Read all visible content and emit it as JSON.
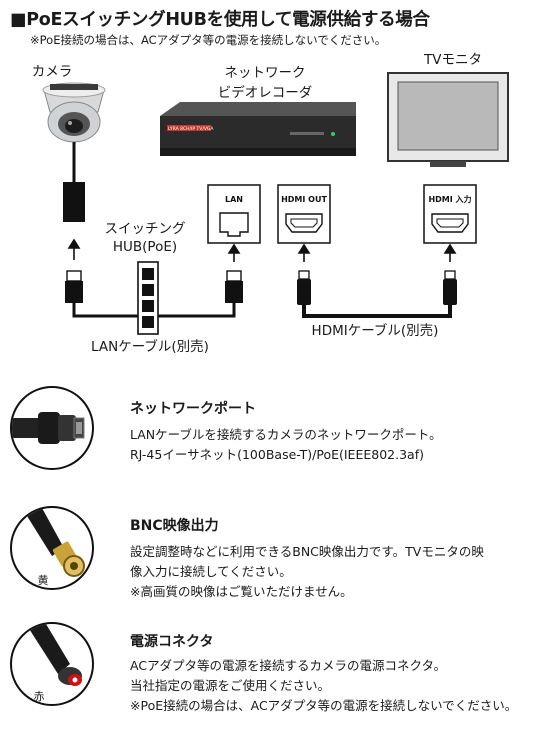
{
  "header": {
    "title": "■PoEスイッチングHUBを使用して電源供給する場合",
    "note": "※PoE接続の場合は、ACアダプタ等の電源を接続しないでください。"
  },
  "diagram": {
    "camera_label": "カメラ",
    "recorder_label_line1": "ネットワーク",
    "recorder_label_line2": "ビデオレコーダ",
    "recorder_badge": "LYRA 8CH/IP TV/VGA",
    "tv_label": "TVモニタ",
    "hub_label_line1": "スイッチング",
    "hub_label_line2": "HUB(PoE)",
    "port_lan_label": "LAN",
    "port_hdmi_out_label": "HDMI OUT",
    "port_hdmi_in_label": "HDMI 入力",
    "lan_cable_label": "LANケーブル(別売)",
    "hdmi_cable_label": "HDMIケーブル(別売)"
  },
  "sections": [
    {
      "title": "ネットワークポート",
      "lines": [
        "LANケーブルを接続するカメラのネットワークポート。",
        "RJ-45イーサネット(100Base-T)/PoE(IEEE802.3af)"
      ]
    },
    {
      "title": "BNC映像出力",
      "tag": "黄",
      "lines": [
        "設定調整時などに利用できるBNC映像出力です。TVモニタの映",
        "像入力に接続してください。",
        "※高画質の映像はご覧いただけません。"
      ]
    },
    {
      "title": "電源コネクタ",
      "tag": "赤",
      "lines": [
        "ACアダプタ等の電源を接続するカメラの電源コネクタ。",
        "当社指定の電源をご使用ください。",
        "※PoE接続の場合は、ACアダプタ等の電源を接続しないでください。"
      ]
    }
  ],
  "colors": {
    "text": "#1a1a1a",
    "recorder_body": "#2b2b2b",
    "cable": "#111111",
    "bnc_tag_yellow": "#e0b000",
    "power_tag_red": "#d01010"
  }
}
